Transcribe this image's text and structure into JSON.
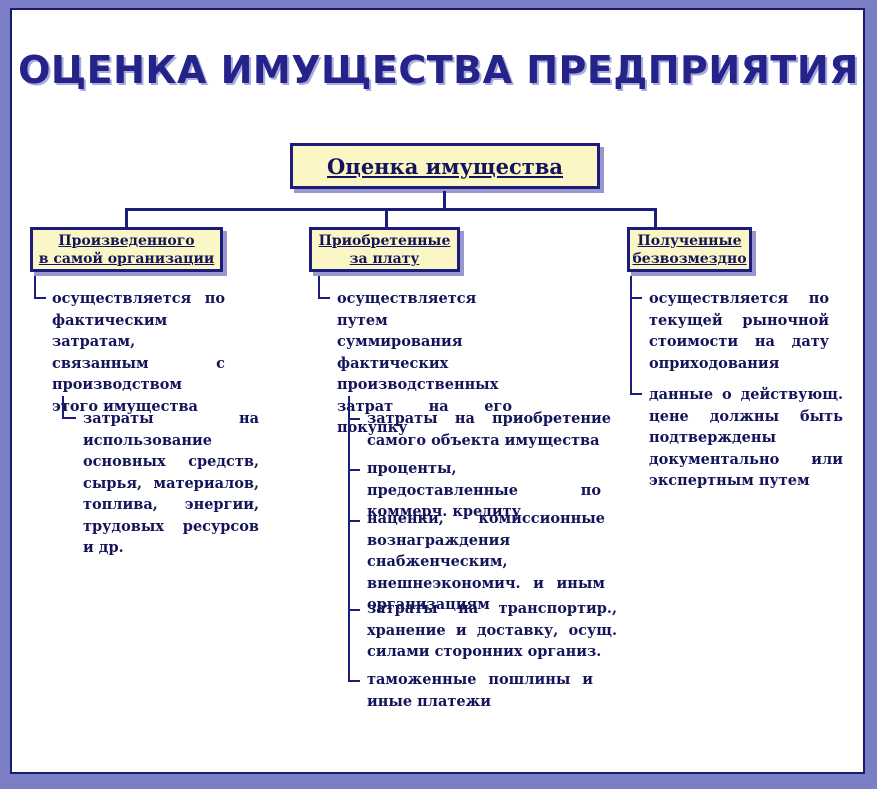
{
  "title": "ОЦЕНКА ИМУЩЕСТВА ПРЕДПРИЯТИЯ",
  "root": "Оценка имущества",
  "branches": [
    {
      "label_line1": "Произведенного",
      "label_line2": "в самой организации",
      "items": [
        "осуществляется по фактическим затратам, связанным с производством этого имущества"
      ],
      "subitems": [
        "затраты на использование основных средств, сырья, материалов, топлива, энергии, трудовых ресурсов и др."
      ]
    },
    {
      "label_line1": "Приобретенные",
      "label_line2": "за плату",
      "items": [
        "осуществляется путем суммирования фактических производственных затрат на его покупку"
      ],
      "subitems": [
        "затраты на приобретение самого объекта имущества",
        "проценты, предоставленные по коммерч. кредиту",
        "наценки, комиссионные вознаграждения снабженческим, внешнеэкономич. и иным организациям",
        "затраты на транспортир., хранение и доставку, осущ. силами сторонних организ.",
        "таможенные пошлины и иные платежи"
      ]
    },
    {
      "label_line1": "Полученные",
      "label_line2": "безвозмездно",
      "items": [
        "осуществляется по текущей рыночной стоимости на дату оприходования",
        "данные о действующ. цене должны быть подтверждены документально или экспертным путем"
      ],
      "subitems": []
    }
  ]
}
